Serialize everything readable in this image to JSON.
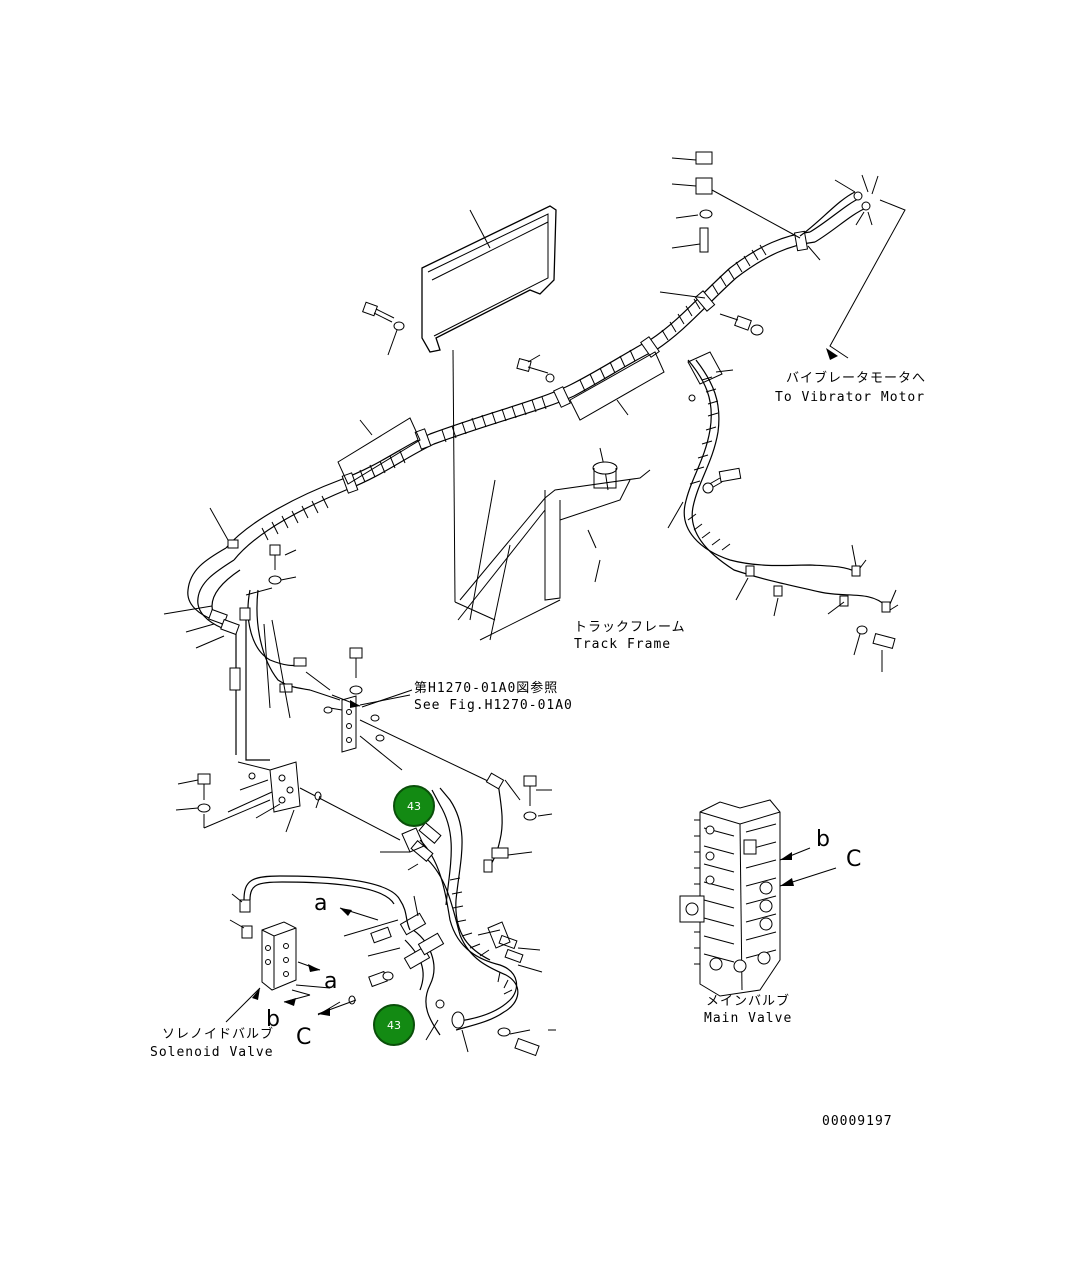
{
  "labels": {
    "vibrator_jp": "バイブレータモータへ",
    "vibrator_en": "To Vibrator Motor",
    "track_jp": "トラックフレーム",
    "track_en": "Track Frame",
    "ref_jp": "第H1270-01A0図参照",
    "ref_en": "See Fig.H1270-01A0",
    "main_jp": "メインバルブ",
    "main_en": "Main Valve",
    "solenoid_jp": "ソレノイドバルブ",
    "solenoid_en": "Solenoid Valve",
    "drawing_no": "00009197"
  },
  "port_letters": {
    "a1": "a",
    "a2": "a",
    "b1": "b",
    "b2": "b",
    "c1": "C",
    "c2": "C"
  },
  "badges": [
    {
      "value": "43",
      "color": "#138a13"
    },
    {
      "value": "43",
      "color": "#138a13"
    }
  ]
}
